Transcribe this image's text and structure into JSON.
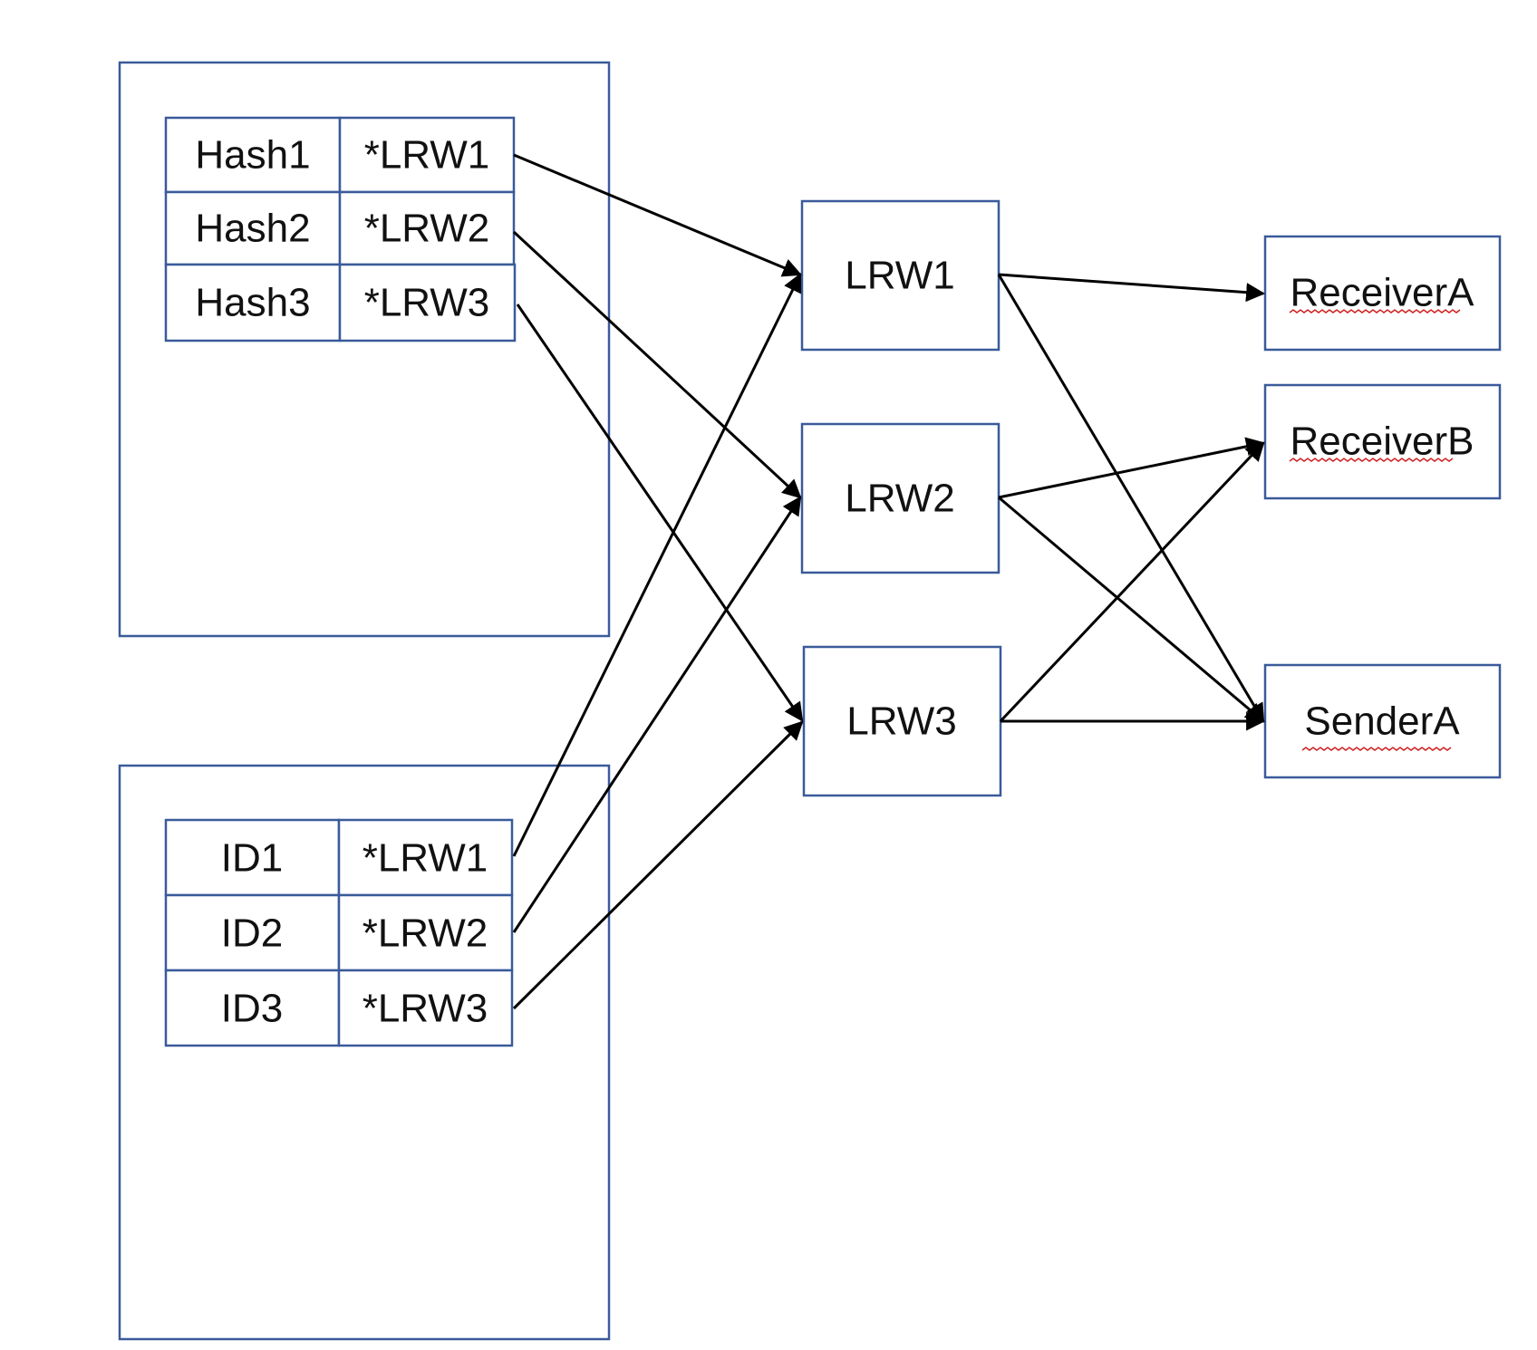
{
  "hash_table": {
    "rows": [
      {
        "key": "Hash1",
        "ptr": "*LRW1"
      },
      {
        "key": "Hash2",
        "ptr": "*LRW2"
      },
      {
        "key": "Hash3",
        "ptr": "*LRW3"
      }
    ]
  },
  "id_table": {
    "rows": [
      {
        "key": "ID1",
        "ptr": "*LRW1"
      },
      {
        "key": "ID2",
        "ptr": "*LRW2"
      },
      {
        "key": "ID3",
        "ptr": "*LRW3"
      }
    ]
  },
  "lrw_nodes": [
    "LRW1",
    "LRW2",
    "LRW3"
  ],
  "endpoint_nodes": [
    "ReceiverA",
    "ReceiverB",
    "SenderA"
  ],
  "edges": [
    {
      "from": "hash_table.row1",
      "to": "LRW1"
    },
    {
      "from": "hash_table.row2",
      "to": "LRW2"
    },
    {
      "from": "hash_table.row3",
      "to": "LRW3"
    },
    {
      "from": "id_table.row1",
      "to": "LRW1"
    },
    {
      "from": "id_table.row2",
      "to": "LRW2"
    },
    {
      "from": "id_table.row3",
      "to": "LRW3"
    },
    {
      "from": "LRW1",
      "to": "ReceiverA"
    },
    {
      "from": "LRW1",
      "to": "SenderA"
    },
    {
      "from": "LRW2",
      "to": "ReceiverB"
    },
    {
      "from": "LRW2",
      "to": "SenderA"
    },
    {
      "from": "LRW3",
      "to": "ReceiverB"
    },
    {
      "from": "LRW3",
      "to": "SenderA"
    }
  ],
  "colors": {
    "box_stroke": "#3a5a9a",
    "edge": "#000000",
    "spellcheck_underline": "#d02020"
  }
}
